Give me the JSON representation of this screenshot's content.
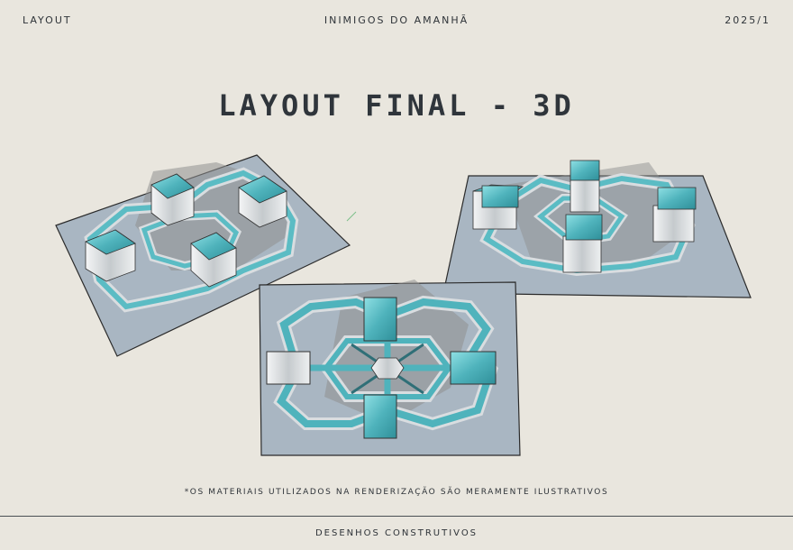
{
  "header": {
    "left": "LAYOUT",
    "center": "INIMIGOS DO AMANHÃ",
    "right": "2025/1"
  },
  "title": "LAYOUT FINAL - 3D",
  "note": "*OS MATERIAIS UTILIZADOS NA RENDERIZAÇÃO SÃO MERAMENTE ILUSTRATIVOS",
  "footer": "DESENHOS CONSTRUTIVOS",
  "colors": {
    "background": "#e9e6de",
    "plane": "#a9b6c2",
    "wall": "#d9dde0",
    "glass": "#5bbcc4",
    "shadow": "#8f8f8f"
  }
}
